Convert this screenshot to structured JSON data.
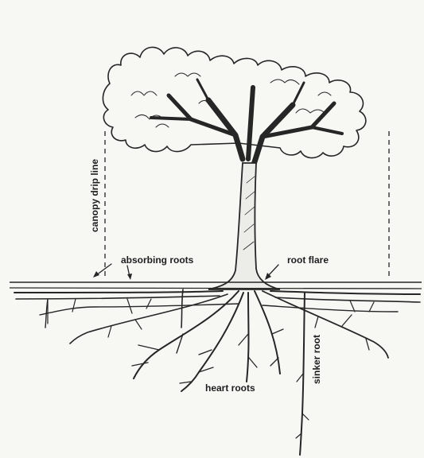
{
  "labels": {
    "canopy_drip_line": "canopy drip line",
    "absorbing_roots": "absorbing roots",
    "root_flare": "root flare",
    "heart_roots": "heart roots",
    "sinker_root": "sinker root"
  },
  "colors": {
    "ink": "#262626",
    "paper": "#f7f7f4"
  }
}
